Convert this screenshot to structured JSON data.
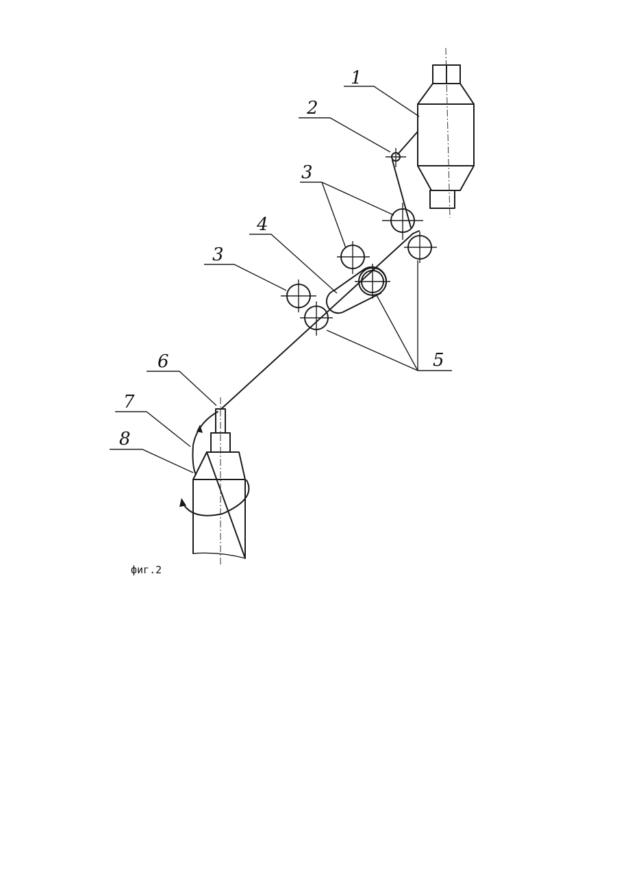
{
  "labels": {
    "l1": "1",
    "l2": "2",
    "l3a": "3",
    "l3b": "3",
    "l4": "4",
    "l5": "5",
    "l6": "6",
    "l7": "7",
    "l8": "8"
  },
  "caption": "фиг.2"
}
